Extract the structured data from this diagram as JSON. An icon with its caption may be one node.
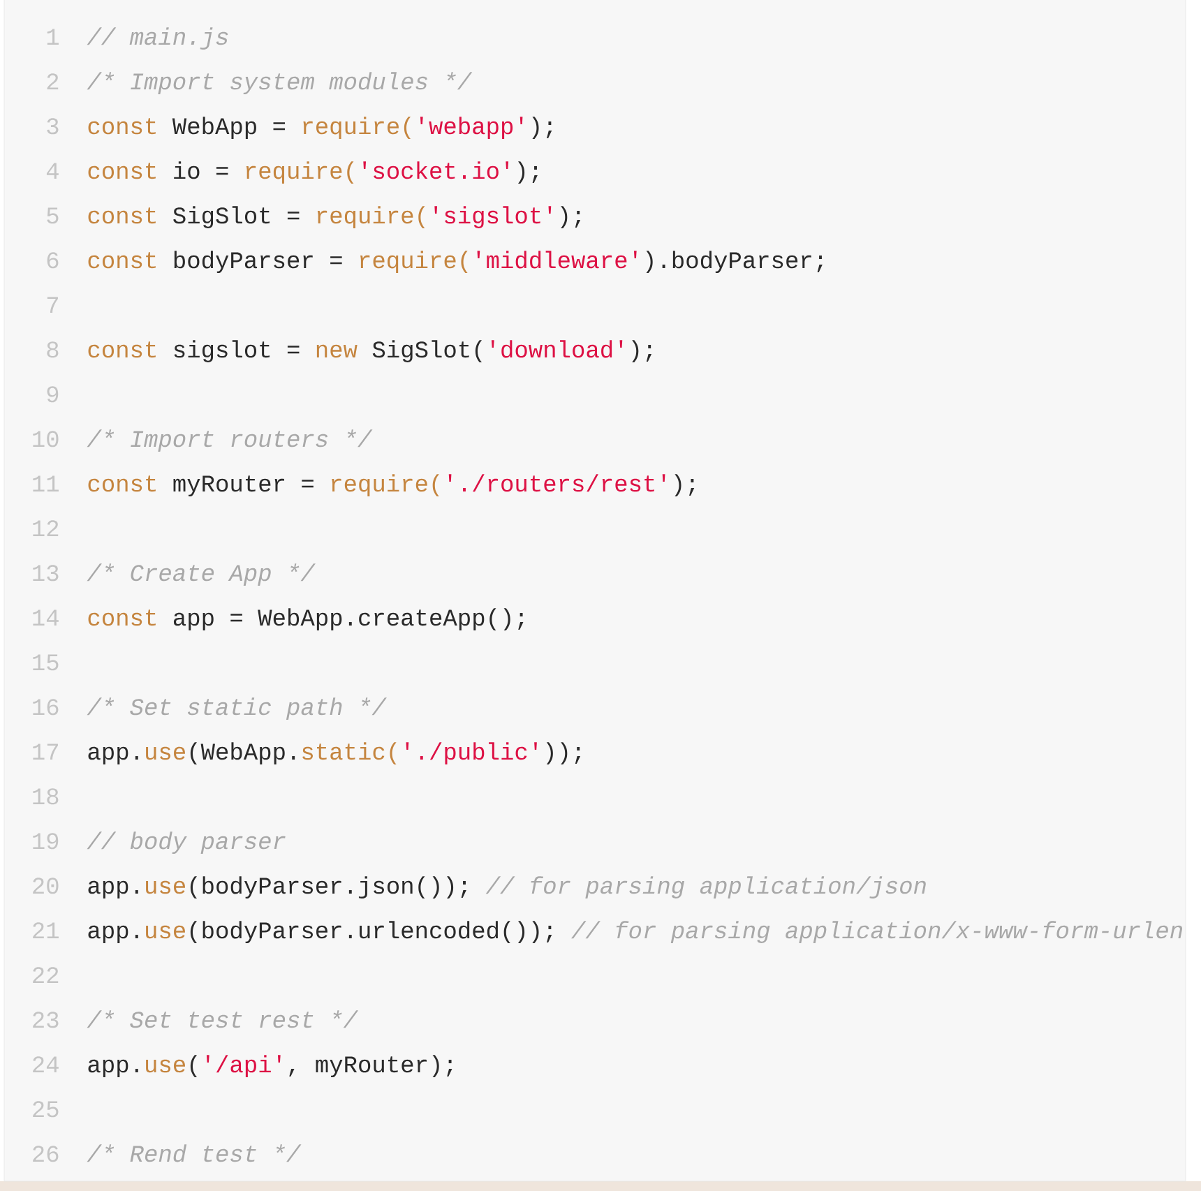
{
  "diagram": {
    "labels": [
      "1",
      "// main.js",
      "2",
      "/* Import system modules */",
      "3",
      "const",
      "WebApp =",
      "require(",
      "'webapp'",
      ");",
      "4",
      "const",
      "io =",
      "require(",
      "'socket.io'",
      ");",
      "5",
      "const",
      "SigSlot =",
      "require(",
      "'sigslot'",
      ");",
      "6",
      "const",
      "bodyParser =",
      "require(",
      "'middleware'",
      ").bodyParser;",
      "7",
      "8",
      "const",
      "sigslot =",
      "new",
      "SigSlot(",
      "'download'",
      ");",
      "9",
      "10",
      "/* Import routers */",
      "11",
      "const",
      "myRouter =",
      "require(",
      "'./routers/rest'",
      ");",
      "12",
      "13",
      "/* Create App */",
      "14",
      "const",
      "app = WebApp.createApp();",
      "15",
      "16",
      "/* Set static path */",
      "17",
      "app.",
      "use",
      "(WebApp.",
      "static(",
      "'./public'",
      "));",
      "18",
      "19",
      "// body parser",
      "20",
      "app.",
      "use",
      "(bodyParser.json());",
      "// for parsing application/json",
      "21",
      "app.",
      "use",
      "(bodyParser.urlencoded());",
      "// for parsing application/x-www-form-urlen",
      "22",
      "23",
      "/* Set test rest */",
      "24",
      "app.",
      "use",
      "(",
      "'/api'",
      ", myRouter);",
      "25",
      "26",
      "/* Rend test */"
    ]
  }
}
